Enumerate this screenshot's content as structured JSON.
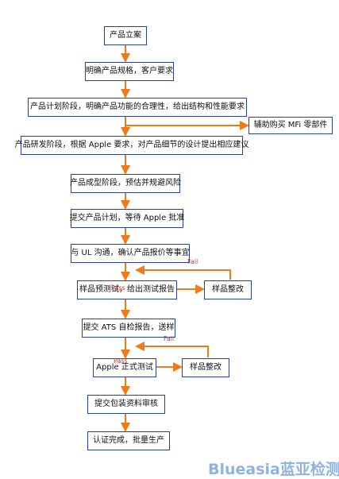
{
  "steps": [
    "产品立案",
    "明确产品规格，客户要求",
    "产品计划阶段，明确产品功能的合理性，给出结构和性能要求",
    "产品研发阶段，根据 Apple 要求，对产品细节的设计提出相应建议",
    "产品成型阶段，预估并规避风险",
    "提交产品计划，等待 Apple 批准",
    "与 UL 沟通，确认产品报价等事宜",
    "样品预测试，给出测试报告",
    "提交 ATS 自检报告，送样",
    "Apple 正式测试",
    "提交包装资料审核",
    "认证完成，批量生产"
  ],
  "side_boxes": {
    "mfi": "辅助购买 MFi 零部件",
    "rework_1": "样品整改",
    "rework_2": "样品整改"
  },
  "labels": {
    "fail_1": "Fail",
    "pass_1": "Pass",
    "fail_2": "Fail",
    "pass_2": "Pass"
  },
  "watermark": {
    "en": "Blueasia",
    "cn": "蓝亚检测"
  },
  "colors": {
    "arrow": "#f07a1a",
    "box_border": "#2a3f9a",
    "fail_pass_text": "#c0392b",
    "watermark": "#8fb3de"
  }
}
